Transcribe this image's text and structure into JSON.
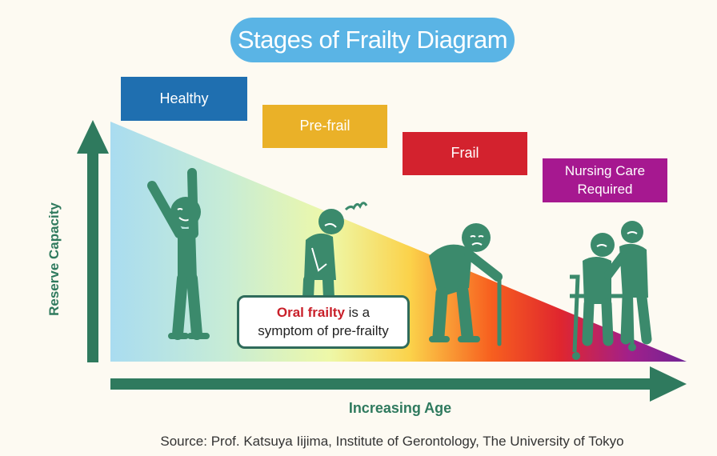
{
  "title": "Stages of Frailty Diagram",
  "stages": [
    {
      "label": "Healthy",
      "color": "#1f6fb0"
    },
    {
      "label": "Pre-frail",
      "color": "#eab128"
    },
    {
      "label": "Frail",
      "color": "#d3222e"
    },
    {
      "label": "Nursing Care\nRequired",
      "color": "#a61890"
    }
  ],
  "y_axis_label": "Reserve Capacity",
  "x_axis_label": "Increasing Age",
  "callout": {
    "highlight": "Oral frailty",
    "rest_line1": " is a",
    "line2": "symptom of pre-frailty"
  },
  "source": "Source: Prof. Katsuya Iijima, Institute of Gerontology, The University of Tokyo",
  "colors": {
    "accent_green": "#2f7a5e",
    "figure_green": "#3b8a6c",
    "title_blue": "#5ab4e5"
  }
}
